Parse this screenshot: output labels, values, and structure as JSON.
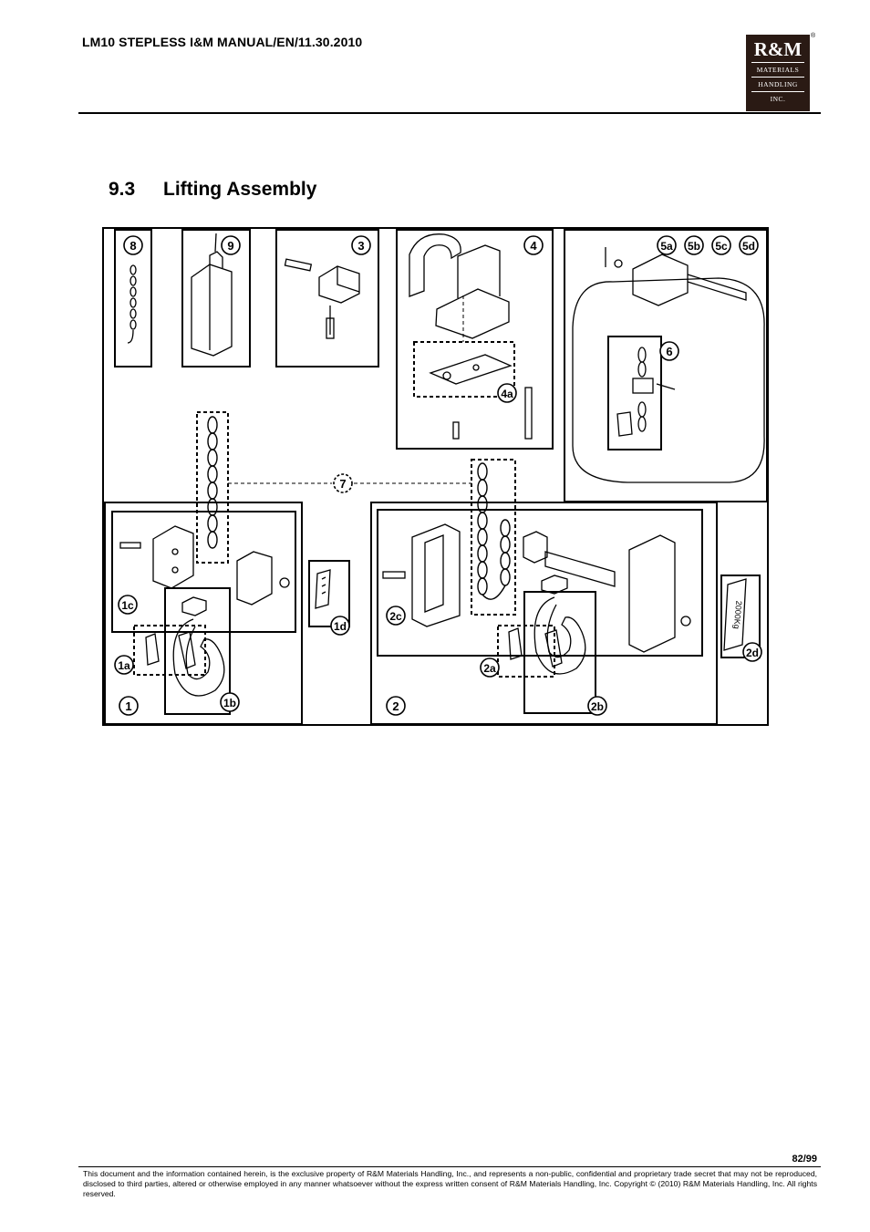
{
  "header": {
    "doc_title": "LM10 STEPLESS I&M MANUAL/EN/11.30.2010",
    "logo": {
      "brand": "R&M",
      "line1": "MATERIALS",
      "line2": "HANDLING",
      "line3": "INC.",
      "registered": "®"
    }
  },
  "section": {
    "number": "9.3",
    "title": "Lifting Assembly"
  },
  "figure": {
    "callouts": {
      "c8": "8",
      "c9": "9",
      "c3": "3",
      "c4": "4",
      "c4a": "4a",
      "c5a": "5a",
      "c5b": "5b",
      "c5c": "5c",
      "c5d": "5d",
      "c6": "6",
      "c7": "7",
      "c1": "1",
      "c1a": "1a",
      "c1b": "1b",
      "c1c": "1c",
      "c1d": "1d",
      "c2": "2",
      "c2a": "2a",
      "c2b": "2b",
      "c2c": "2c",
      "c2d": "2d"
    },
    "label_2d_text": "2000Kg"
  },
  "footer": {
    "page": "82/99",
    "text": "This document and the information contained herein, is the exclusive property of R&M Materials Handling, Inc., and represents a non-public, confidential and proprietary trade secret that may not be reproduced, disclosed to third parties, altered or otherwise employed in any manner whatsoever without the express written consent of R&M Materials Handling, Inc. Copyright © (2010) R&M Materials Handling, Inc.  All rights reserved."
  }
}
